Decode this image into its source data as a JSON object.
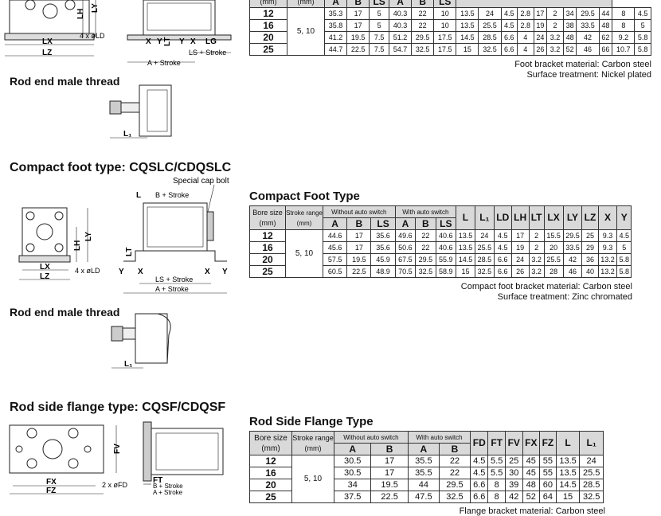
{
  "sections": {
    "top": {
      "dim_labels": {
        "lh": "LH",
        "ly": "LY",
        "lx": "LX",
        "lz": "LZ",
        "ld": "4 x øLD",
        "x": "X",
        "y": "Y",
        "lt": "LT",
        "lg": "LG",
        "ls_stroke": "LS + Stroke",
        "a_stroke": "A + Stroke"
      },
      "rows": [
        {
          "bore": "12",
          "v": [
            "35.3",
            "17",
            "5",
            "40.3",
            "22",
            "10",
            "13.5",
            "24",
            "4.5",
            "2.8",
            "17",
            "2",
            "34",
            "29.5",
            "44",
            "8",
            "4.5"
          ]
        },
        {
          "bore": "16",
          "v": [
            "35.8",
            "17",
            "5",
            "40.3",
            "22",
            "10",
            "13.5",
            "25.5",
            "4.5",
            "2.8",
            "19",
            "2",
            "38",
            "33.5",
            "48",
            "8",
            "5"
          ]
        },
        {
          "bore": "20",
          "v": [
            "41.2",
            "19.5",
            "7.5",
            "51.2",
            "29.5",
            "17.5",
            "14.5",
            "28.5",
            "6.6",
            "4",
            "24",
            "3.2",
            "48",
            "42",
            "62",
            "9.2",
            "5.8"
          ]
        },
        {
          "bore": "25",
          "v": [
            "44.7",
            "22.5",
            "7.5",
            "54.7",
            "32.5",
            "17.5",
            "15",
            "32.5",
            "6.6",
            "4",
            "26",
            "3.2",
            "52",
            "46",
            "66",
            "10.7",
            "5.8"
          ]
        }
      ],
      "header_fragment": [
        "(mm)",
        "(mm)",
        "A",
        "B",
        "LS",
        "A",
        "B",
        "LS"
      ],
      "stroke": "5, 10",
      "note1": "Foot bracket material: Carbon steel",
      "note2": "Surface treatment: Nickel plated",
      "rod_end_title": "Rod end male thread",
      "l1": "L₁"
    },
    "compact": {
      "title": "Compact foot type: CQSLC/CDQSLC",
      "table_title": "Compact Foot Type",
      "special_cap": "Special cap bolt",
      "dim_labels": {
        "l": "L",
        "b_stroke": "B + Stroke",
        "lh": "LH",
        "ly": "LY",
        "lt": "LT",
        "lx": "LX",
        "lz": "LZ",
        "ld": "4 x øLD",
        "y": "Y",
        "x": "X",
        "ls_stroke": "LS + Stroke",
        "a_stroke": "A + Stroke"
      },
      "headers": {
        "bore": "Bore size",
        "bore_unit": "(mm)",
        "stroke": "Stroke range",
        "stroke_unit": "(mm)",
        "without": "Without auto switch",
        "with": "With auto switch",
        "cols": [
          "A",
          "B",
          "LS",
          "A",
          "B",
          "LS"
        ],
        "right": [
          "L",
          "L₁",
          "LD",
          "LH",
          "LT",
          "LX",
          "LY",
          "LZ",
          "X",
          "Y"
        ]
      },
      "stroke": "5, 10",
      "rows": [
        {
          "bore": "12",
          "v": [
            "44.6",
            "17",
            "35.6",
            "49.6",
            "22",
            "40.6",
            "13.5",
            "24",
            "4.5",
            "17",
            "2",
            "15.5",
            "29.5",
            "25",
            "9.3",
            "4.5"
          ]
        },
        {
          "bore": "16",
          "v": [
            "45.6",
            "17",
            "35.6",
            "50.6",
            "22",
            "40.6",
            "13.5",
            "25.5",
            "4.5",
            "19",
            "2",
            "20",
            "33.5",
            "29",
            "9.3",
            "5"
          ]
        },
        {
          "bore": "20",
          "v": [
            "57.5",
            "19.5",
            "45.9",
            "67.5",
            "29.5",
            "55.9",
            "14.5",
            "28.5",
            "6.6",
            "24",
            "3.2",
            "25.5",
            "42",
            "36",
            "13.2",
            "5.8"
          ]
        },
        {
          "bore": "25",
          "v": [
            "60.5",
            "22.5",
            "48.9",
            "70.5",
            "32.5",
            "58.9",
            "15",
            "32.5",
            "6.6",
            "26",
            "3.2",
            "28",
            "46",
            "40",
            "13.2",
            "5.8"
          ]
        }
      ],
      "note1": "Compact foot bracket material: Carbon steel",
      "note2": "Surface treatment: Zinc chromated",
      "rod_end_title": "Rod end male thread",
      "l1": "L₁"
    },
    "flange": {
      "title": "Rod side flange type: CQSF/CDQSF",
      "table_title": "Rod Side Flange Type",
      "dim_labels": {
        "fv": "FV",
        "fx": "FX",
        "fz": "FZ",
        "fd": "2 x øFD",
        "ft": "FT",
        "b_stroke": "B + Stroke",
        "a_stroke": "A + Stroke"
      },
      "headers": {
        "bore": "Bore size",
        "bore_unit": "(mm)",
        "stroke": "Stroke range",
        "stroke_unit": "(mm)",
        "without": "Without auto switch",
        "with": "With auto switch",
        "cols": [
          "A",
          "B",
          "A",
          "B"
        ],
        "right": [
          "FD",
          "FT",
          "FV",
          "FX",
          "FZ",
          "L",
          "L₁"
        ]
      },
      "stroke": "5, 10",
      "rows": [
        {
          "bore": "12",
          "v": [
            "30.5",
            "17",
            "35.5",
            "22",
            "4.5",
            "5.5",
            "25",
            "45",
            "55",
            "13.5",
            "24"
          ]
        },
        {
          "bore": "16",
          "v": [
            "30.5",
            "17",
            "35.5",
            "22",
            "4.5",
            "5.5",
            "30",
            "45",
            "55",
            "13.5",
            "25.5"
          ]
        },
        {
          "bore": "20",
          "v": [
            "34",
            "19.5",
            "44",
            "29.5",
            "6.6",
            "8",
            "39",
            "48",
            "60",
            "14.5",
            "28.5"
          ]
        },
        {
          "bore": "25",
          "v": [
            "37.5",
            "22.5",
            "47.5",
            "32.5",
            "6.6",
            "8",
            "42",
            "52",
            "64",
            "15",
            "32.5"
          ]
        }
      ],
      "note1": "Flange bracket material: Carbon steel"
    }
  }
}
